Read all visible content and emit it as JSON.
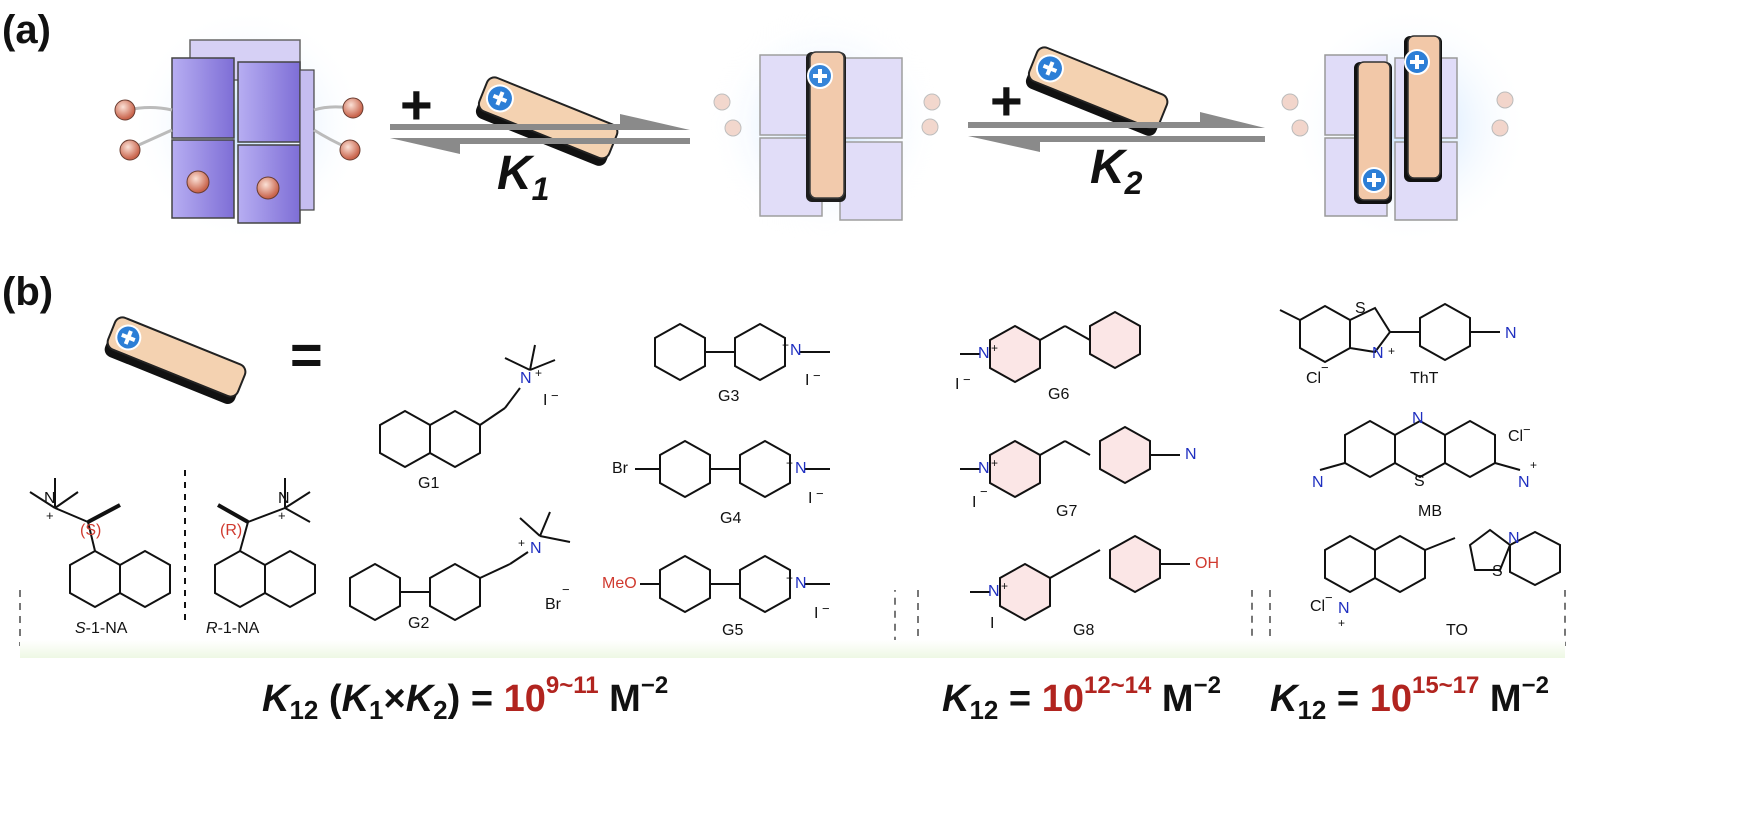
{
  "panel_a": {
    "label": "(a)",
    "plus_1": "+",
    "plus_2": "+",
    "k1": {
      "base": "K",
      "sub": "1"
    },
    "k2": {
      "base": "K",
      "sub": "2"
    }
  },
  "panel_b": {
    "label": "(b)",
    "equals": "=",
    "compounds": {
      "s_1_na": {
        "prefix": "S",
        "rest": "-1-NA",
        "stereo": "(S)"
      },
      "r_1_na": {
        "prefix": "R",
        "rest": "-1-NA",
        "stereo": "(R)"
      },
      "g1": "G1",
      "g2": "G2",
      "g3": "G3",
      "g4": "G4",
      "g5": "G5",
      "g6": "G6",
      "g7": "G7",
      "g8": "G8",
      "tht": "ThT",
      "mb": "MB",
      "to": "TO"
    },
    "atoms": {
      "n": "N",
      "s": "S",
      "plus": "+",
      "minus": "−",
      "iodide": "I",
      "bromide": "Br",
      "chloride": "Cl",
      "br_sub": "Br",
      "meo": "MeO",
      "oh": "OH"
    },
    "equations": {
      "eq1": {
        "k": "K",
        "k_sub": "12",
        "middle": " (",
        "k1": "K",
        "k1_sub": "1",
        "times": "×",
        "k2": "K",
        "k2_sub": "2",
        "close": ") = ",
        "base": "10",
        "exp": "9~11",
        "unit": " M",
        "unit_exp": "−2"
      },
      "eq2": {
        "k": "K",
        "k_sub": "12",
        "eq": " = ",
        "base": "10",
        "exp": "12~14",
        "unit": " M",
        "unit_exp": "−2"
      },
      "eq3": {
        "k": "K",
        "k_sub": "12",
        "eq": " = ",
        "base": "10",
        "exp": "15~17",
        "unit": " M",
        "unit_exp": "−2"
      }
    }
  },
  "colors": {
    "cage": "#8f7fe0",
    "guest": "#f4d2b1",
    "badge": "#2c7ed6",
    "anion": "#d9826d",
    "accent_red": "#b1241f",
    "nitrogen_blue": "#1f2fc0"
  }
}
